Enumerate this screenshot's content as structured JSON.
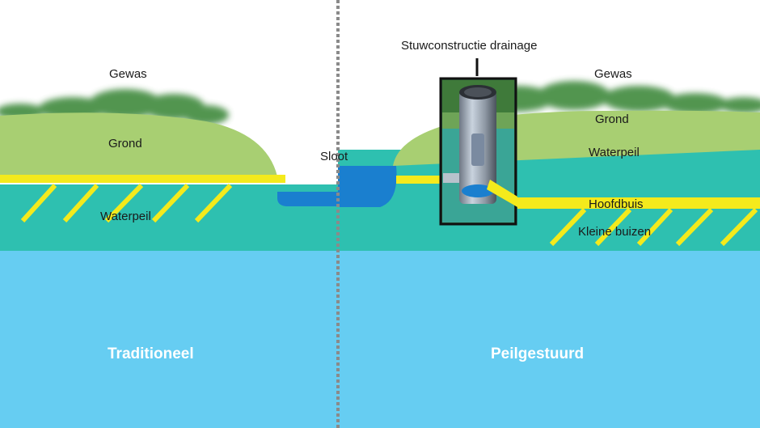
{
  "labels": {
    "left_crop": "Gewas",
    "left_soil": "Grond",
    "left_water_level": "Waterpeil",
    "ditch": "Sloot",
    "structure": "Stuwconstructie drainage",
    "right_crop": "Gewas",
    "right_soil": "Grond",
    "right_water_level": "Waterpeil",
    "main_pipe": "Hoofdbuis",
    "small_pipes": "Kleine buizen",
    "left_title": "Traditioneel",
    "right_title": "Peilgestuurd"
  },
  "colors": {
    "sky": "#ffffff",
    "crop": "#3f8a3c",
    "soil": "#a8cf72",
    "groundwater": "#2ec0b0",
    "aquifer": "#66cdf2",
    "pipe": "#f4ea1c",
    "ditch_water": "#1a7fcf",
    "divider": "#8a8a8a",
    "structure_frame": "#111111"
  }
}
